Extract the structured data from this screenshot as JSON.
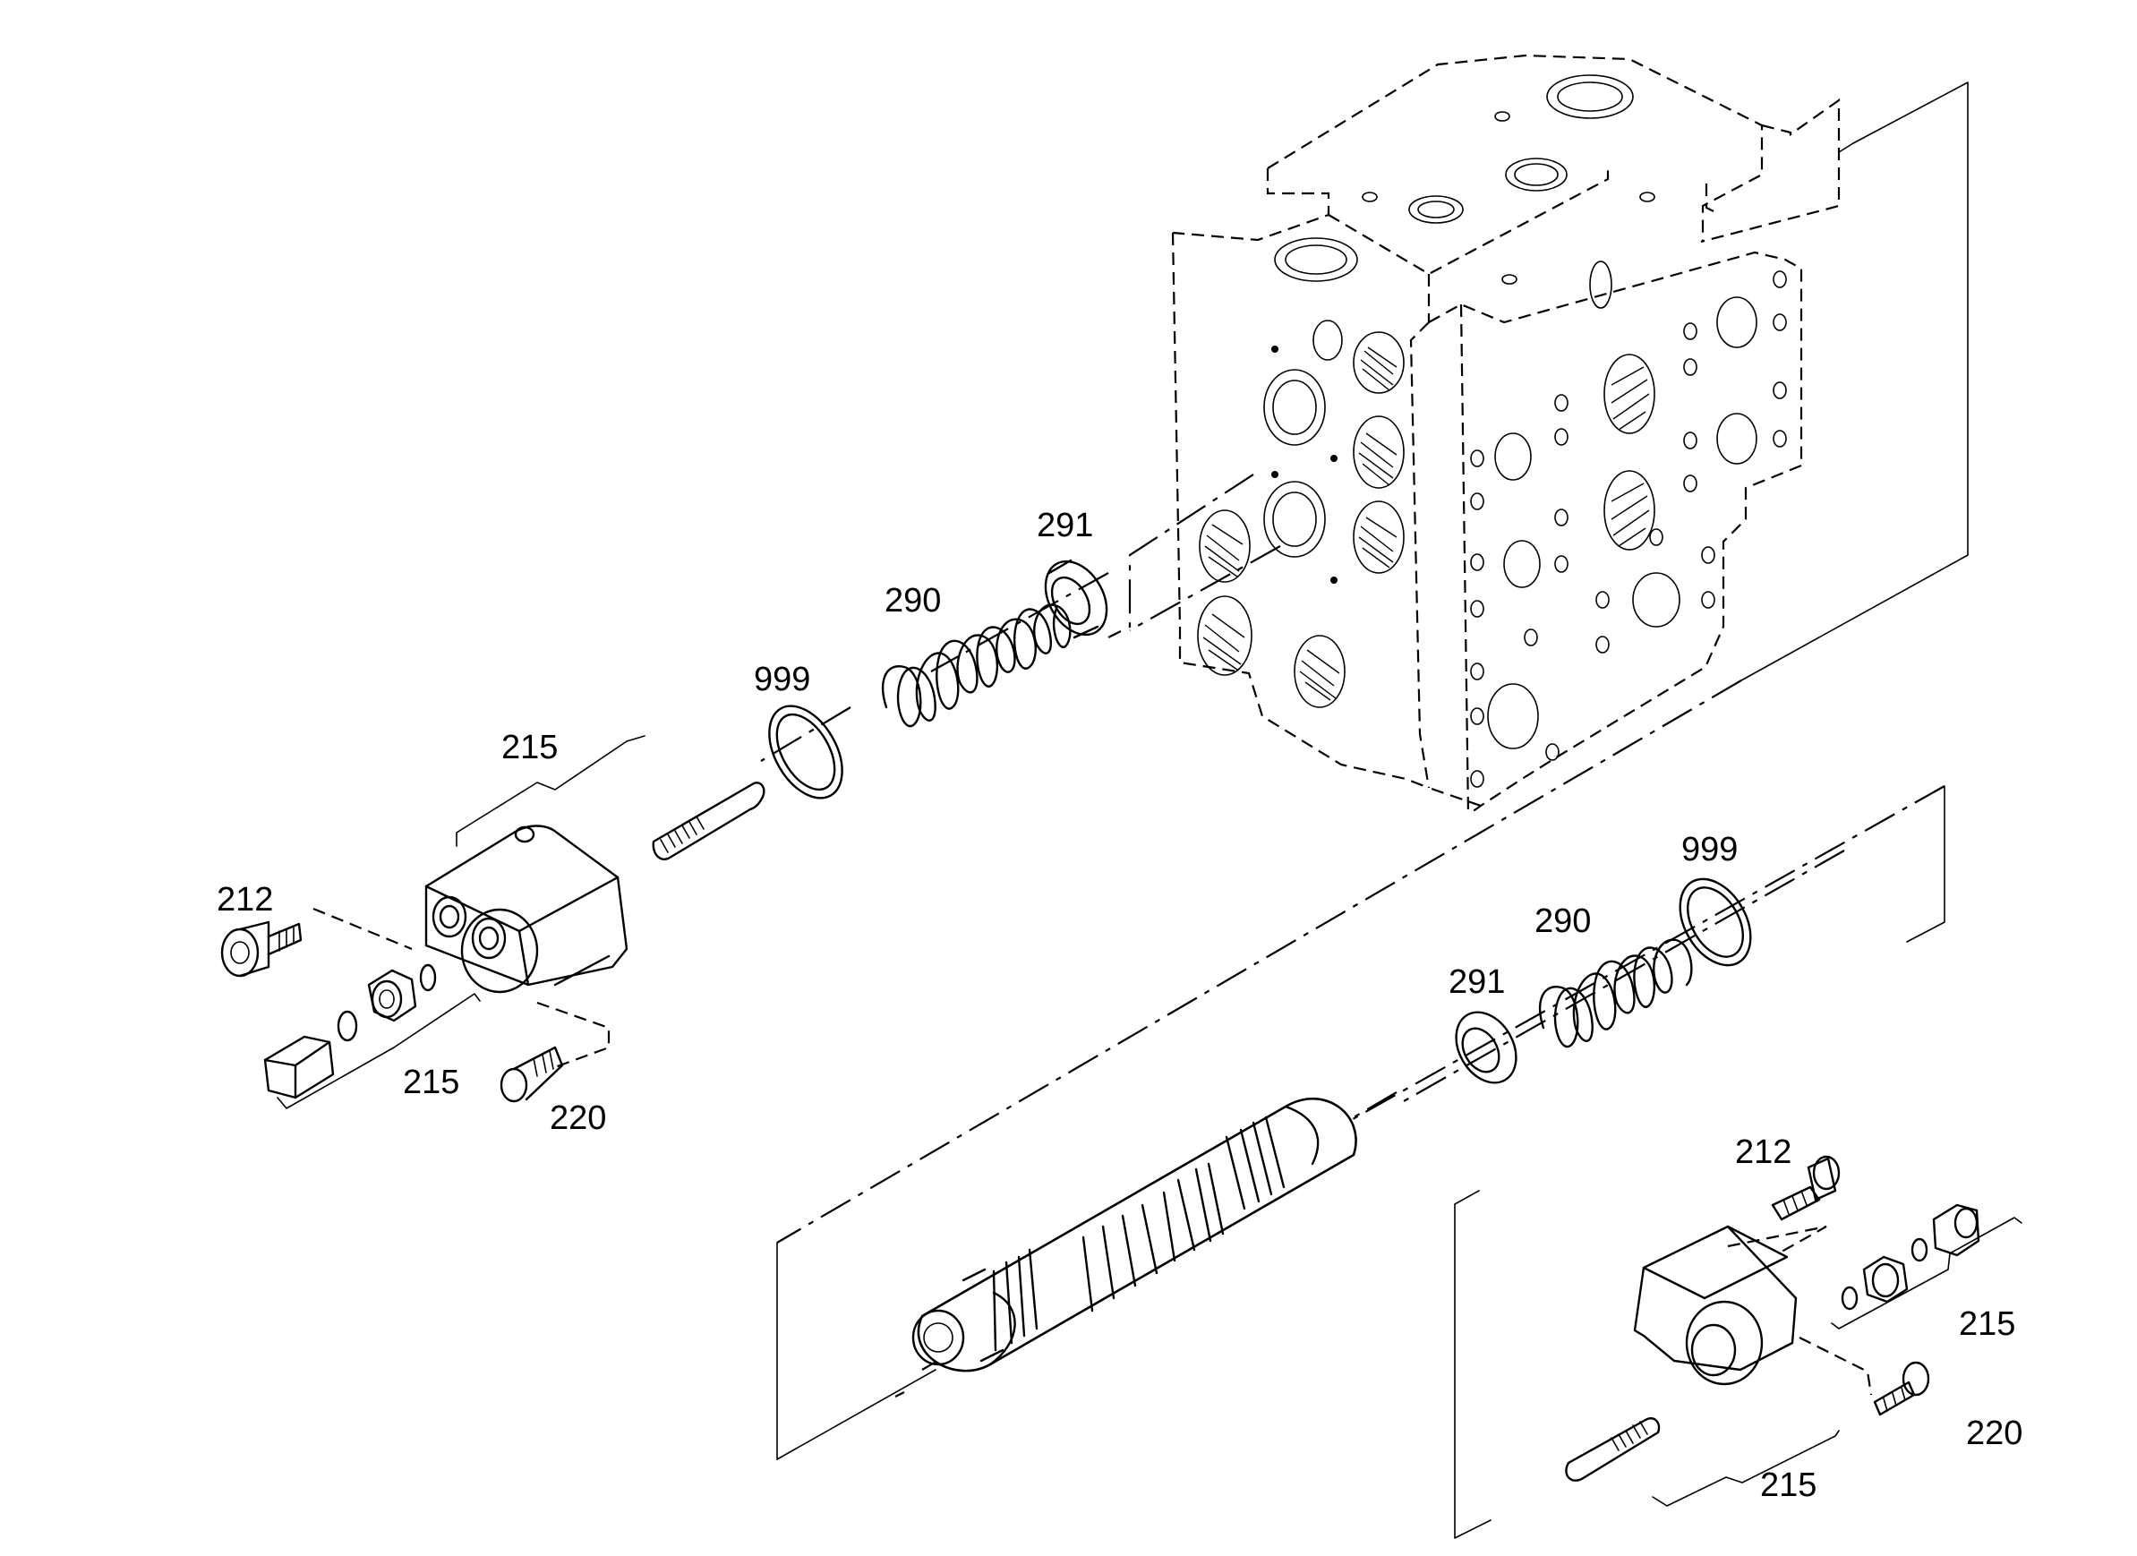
{
  "labels": {
    "top_291": "291",
    "top_290": "290",
    "top_999": "999",
    "top_215_upper": "215",
    "top_212": "212",
    "top_215_lower": "215",
    "top_220": "220",
    "bot_999": "999",
    "bot_290": "290",
    "bot_291": "291",
    "bot_212": "212",
    "bot_215_right": "215",
    "bot_220": "220",
    "bot_215_lower": "215"
  },
  "colors": {
    "ink": "#000000",
    "paper": "#ffffff"
  },
  "icons": [
    "valve-block",
    "spring",
    "seal-ring",
    "spool",
    "cap-housing",
    "screw",
    "nut",
    "plug"
  ]
}
